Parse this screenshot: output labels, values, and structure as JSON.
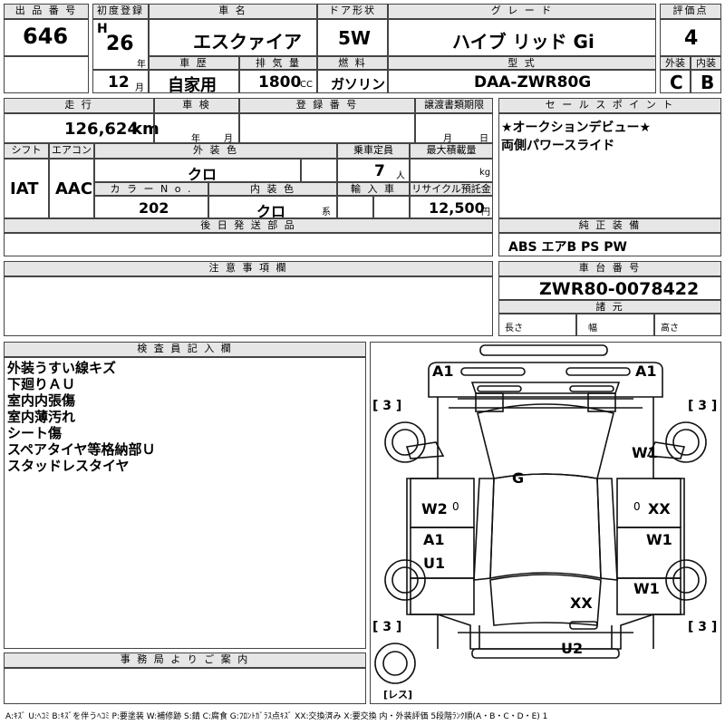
{
  "header": {
    "lot_no_label": "出 品 番 号",
    "lot_no": "646",
    "first_reg_label": "初度登録",
    "era": "H",
    "year": "26",
    "year_unit": "年",
    "month": "12",
    "month_unit": "月",
    "car_name_label": "車 名",
    "car_name": "エスクァイア",
    "door_label": "ドア形状",
    "door": "5W",
    "grade_label": "グ レ ー ド",
    "grade": "ハイブ リッド Gi",
    "score_label": "評価点",
    "score": "4",
    "history_label": "車 歴",
    "history": "自家用",
    "displacement_label": "排 気 量",
    "displacement": "1800",
    "displacement_unit": "CC",
    "fuel_label": "燃 料",
    "fuel": "ガソリン",
    "model_label": "型 式",
    "model": "DAA-ZWR80G",
    "exterior_label": "外装",
    "exterior": "C",
    "interior_label": "内装",
    "interior": "B"
  },
  "row2": {
    "mileage_label": "走 行",
    "mileage": "126,624",
    "mileage_unit": "km",
    "inspection_label": "車 検",
    "inspection_year_unit": "年",
    "inspection_month_unit": "月",
    "reg_no_label": "登 録 番 号",
    "transfer_label": "譲渡書類期限",
    "transfer_month_unit": "月",
    "transfer_day_unit": "日",
    "shift_label": "シフト",
    "shift": "IAT",
    "ac_label": "エアコン",
    "ac": "AAC",
    "ext_color_label": "外 装 色",
    "ext_color": "クロ",
    "capacity_label": "乗車定員",
    "capacity": "7",
    "capacity_unit": "人",
    "max_load_label": "最大積載量",
    "max_load_unit": "kg",
    "color_no_label": "カ ラ ー N o .",
    "color_no": "202",
    "int_color_label": "内 装 色",
    "int_color": "クロ",
    "int_color_unit": "系",
    "import_label": "輸 入 車",
    "recycle_label": "リサイクル預託金",
    "recycle": "12,500",
    "recycle_unit": "円",
    "later_parts_label": "後 日 発 送 部 品"
  },
  "sales_points": {
    "label": "セ ー ル ス ポ イ ン ト",
    "lines": [
      "★オークションデビュー★",
      "両側パワースライド"
    ]
  },
  "equipment": {
    "label": "純 正 装 備",
    "value": "ABS エアB PS PW"
  },
  "notes": {
    "label": "注 意 事 項 欄"
  },
  "chassis": {
    "label": "車 台 番 号",
    "value": "ZWR80-0078422",
    "spec_label": "諸 元",
    "length_label": "長さ",
    "width_label": "幅",
    "height_label": "高さ"
  },
  "inspector": {
    "label": "検 査 員 記 入 欄",
    "lines": [
      "外装うすい線キズ",
      "下廻りＡＵ",
      "室内内張傷",
      "室内薄汚れ",
      "シート傷",
      "スペアタイヤ等格納部Ｕ",
      "スタッドレスタイヤ"
    ]
  },
  "office": {
    "label": "事 務 局 よ り ご 案 内"
  },
  "diagram": {
    "marks": {
      "a1_left": "A1",
      "a1_right": "A1",
      "tire_fl": "[ 3 ]",
      "tire_fr": "[ 3 ]",
      "w1_right_top": "W1",
      "g": "G",
      "w2": "W2",
      "zero_left": "0",
      "zero_right": "0",
      "xx_right": "XX",
      "a1_mid": "A1",
      "u1": "U1",
      "w1_right_mid": "W1",
      "w1_right_low": "W1",
      "xx_bottom": "XX",
      "tire_rl": "[ 3 ]",
      "tire_rr": "[ 3 ]",
      "u2": "U2",
      "spare": "[レス]"
    }
  },
  "legend": "A:ｷｽﾞ U:ﾍｺﾐ B:ｷｽﾞを伴うﾍｺﾐ P:要塗装 W:補修跡 S:錆 C:腐食 G:ﾌﾛﾝﾄｶﾞﾗｽ点ｷｽﾞ XX:交換済み X:要交換 内・外装評価 5段階ﾗﾝｸ順(A・B・C・D・E) 1"
}
